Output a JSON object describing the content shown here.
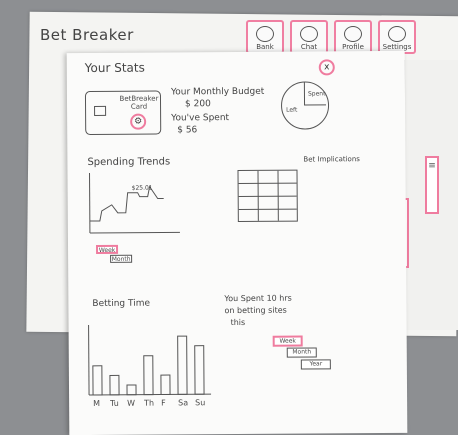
{
  "app": {
    "title": "Bet Breaker",
    "nav": [
      {
        "label": "Bank",
        "icon": "bank-icon"
      },
      {
        "label": "Chat",
        "icon": "chat-icon"
      },
      {
        "label": "Profile",
        "icon": "profile-icon"
      },
      {
        "label": "Settings",
        "icon": "gear-icon"
      }
    ]
  },
  "stats": {
    "title": "Your Stats",
    "close_label": "x",
    "card_label": "BetBreaker Card",
    "budget_label": "Your Monthly Budget",
    "budget_value": "$ 200",
    "spent_label": "You've Spent",
    "spent_value": "$ 56",
    "pie_labels": [
      "Spent",
      "Left"
    ]
  },
  "spending": {
    "title": "Spending Trends",
    "value_note": "$25.01",
    "periods": [
      "Week",
      "Month"
    ],
    "selected": "Week"
  },
  "implications": {
    "title": "Bet Implications"
  },
  "betting_time": {
    "title": "Betting Time",
    "summary_line1": "You Spent 10 hrs",
    "summary_line2": "on betting sites",
    "summary_line3": "this",
    "periods": [
      "Week",
      "Month",
      "Year"
    ],
    "selected": "Week",
    "days": [
      "M",
      "Tu",
      "W",
      "Th",
      "F",
      "Sa",
      "Su"
    ]
  },
  "chart_data": {
    "type": "bar",
    "title": "Betting Time",
    "categories": [
      "M",
      "Tu",
      "W",
      "Th",
      "F",
      "Sa",
      "Su"
    ],
    "values": [
      3,
      2,
      1,
      4,
      2,
      6,
      5
    ],
    "ylim": [
      0,
      7
    ]
  },
  "colors": {
    "accent": "#ef7c9f"
  }
}
